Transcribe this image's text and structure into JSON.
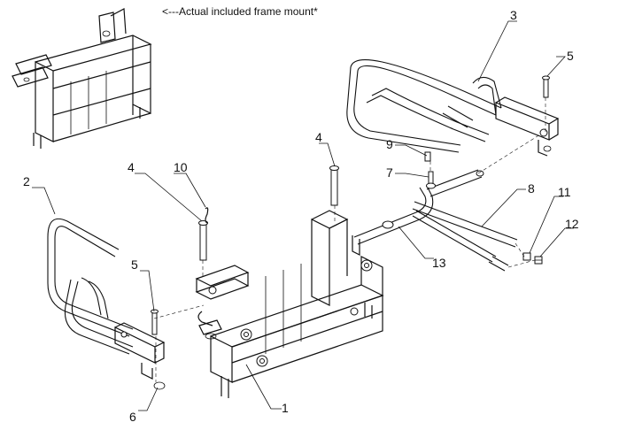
{
  "caption": "<---Actual included frame mount*",
  "callouts": [
    {
      "id": "1",
      "label": "1"
    },
    {
      "id": "2",
      "label": "2"
    },
    {
      "id": "3",
      "label": "3"
    },
    {
      "id": "4a",
      "label": "4"
    },
    {
      "id": "4b",
      "label": "4"
    },
    {
      "id": "5a",
      "label": "5"
    },
    {
      "id": "5b",
      "label": "5"
    },
    {
      "id": "6",
      "label": "6"
    },
    {
      "id": "7",
      "label": "7"
    },
    {
      "id": "8",
      "label": "8"
    },
    {
      "id": "9",
      "label": "9"
    },
    {
      "id": "10",
      "label": "10"
    },
    {
      "id": "11",
      "label": "11"
    },
    {
      "id": "12",
      "label": "12"
    },
    {
      "id": "13",
      "label": "13"
    }
  ]
}
